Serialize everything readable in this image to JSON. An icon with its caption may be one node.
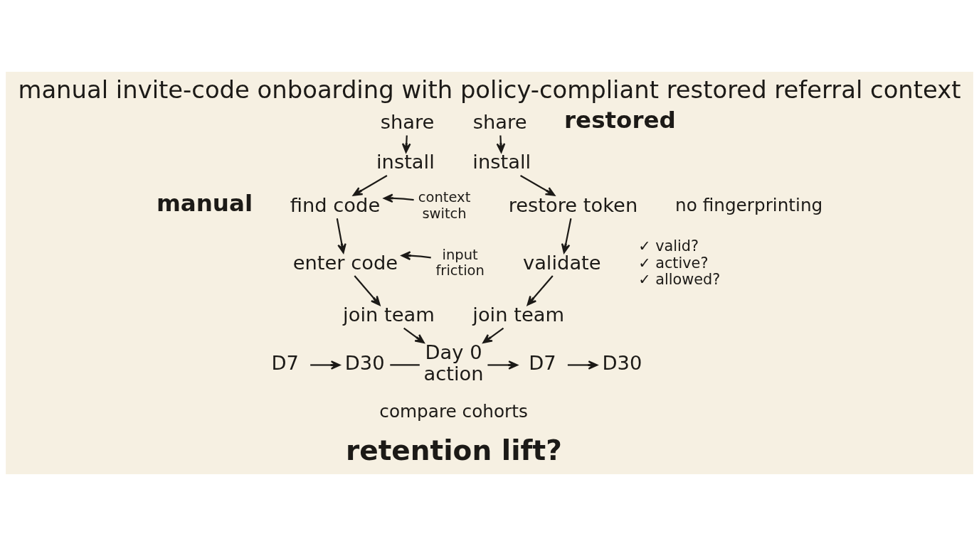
{
  "diagram": {
    "title": "manual invite-code onboarding with policy-compliant restored referral context",
    "nodes": [
      {
        "text": [
          "share"
        ]
      },
      {
        "text": [
          "install"
        ]
      },
      {
        "text": [
          "find code"
        ]
      },
      {
        "text": [
          "context switch"
        ]
      },
      {
        "text": [
          "enter code"
        ]
      },
      {
        "text": [
          "input friction"
        ]
      },
      {
        "text": [
          "join team"
        ]
      },
      {
        "text": [
          "share"
        ]
      },
      {
        "text": [
          "install"
        ]
      },
      {
        "text": [
          "restore token"
        ]
      },
      {
        "text": [
          "validate"
        ],
        "beside": [
          "✓ valid?",
          "✓ active?",
          "✓ allowed?"
        ]
      },
      {
        "text": [
          "join team"
        ]
      },
      {
        "text": [
          "Day 0 action"
        ]
      },
      {
        "text": [
          "D7"
        ]
      },
      {
        "text": [
          "D30"
        ]
      },
      {
        "text": [
          "D7"
        ]
      },
      {
        "text": [
          "D30"
        ]
      }
    ],
    "edges": [
      {
        "from": 0,
        "to": 1,
        "arrow": "to"
      },
      {
        "from": 1,
        "to": 2,
        "arrow": "to"
      },
      {
        "from": 3,
        "to": 2,
        "arrow": "to"
      },
      {
        "from": 2,
        "to": 4,
        "arrow": "to"
      },
      {
        "from": 5,
        "to": 4,
        "arrow": "to"
      },
      {
        "from": 4,
        "to": 6,
        "arrow": "to"
      },
      {
        "from": 7,
        "to": 8,
        "arrow": "to"
      },
      {
        "from": 8,
        "to": 9,
        "arrow": "to"
      },
      {
        "from": 9,
        "to": 10,
        "arrow": "to"
      },
      {
        "from": 10,
        "to": 11,
        "arrow": "to"
      },
      {
        "from": 6,
        "to": 12,
        "arrow": "to"
      },
      {
        "from": 11,
        "to": 12,
        "arrow": "to"
      },
      {
        "from": 13,
        "to": 14,
        "arrow": "to"
      },
      {
        "from": 14,
        "to": 12,
        "arrow": "none"
      },
      {
        "from": 12,
        "to": 15,
        "arrow": "to"
      },
      {
        "from": 15,
        "to": 16,
        "arrow": "to"
      }
    ],
    "labels": [
      "restored",
      "manual",
      "no fingerprinting",
      "compare cohorts",
      "retention lift?"
    ]
  }
}
